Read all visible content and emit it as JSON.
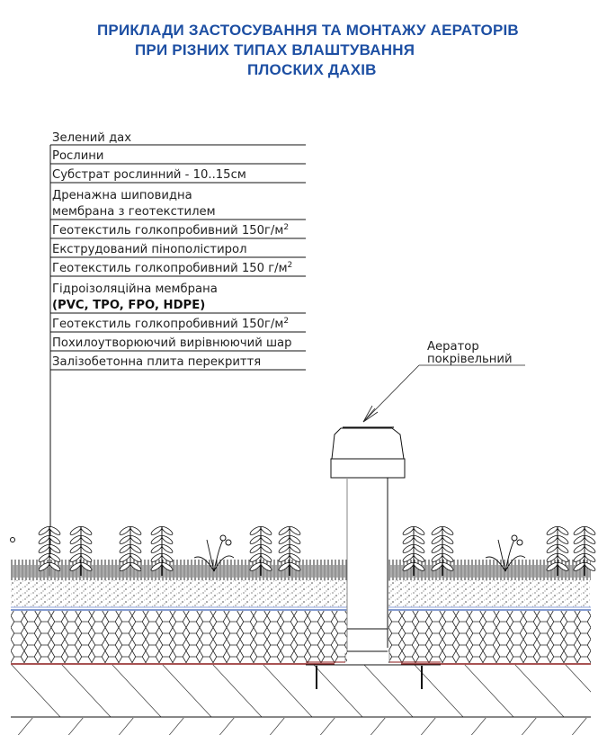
{
  "title": {
    "line1": "ПРИКЛАДИ ЗАСТОСУВАННЯ ТА МОНТАЖУ АЕРАТОРІВ",
    "line2": "ПРИ РІЗНИХ ТИПАХ ВЛАШТУВАННЯ",
    "line3": "ПЛОСКИХ ДАХІВ"
  },
  "colors": {
    "title": "#1d4fa3",
    "geotextile_line": "#3b5fb5",
    "membrane_line": "#8b1a1a"
  },
  "layers": {
    "heading": "Зелений дах",
    "items": [
      {
        "text": "Рослини"
      },
      {
        "text": "Субстрат рослинний - 10..15см"
      },
      {
        "text": "Дренажна шиповидна",
        "text2": "мембрана з геотекстилем"
      },
      {
        "text": "Геотекстиль голкопробивний  150г/м",
        "sup": "2"
      },
      {
        "text": "Екструдований пінополістирол"
      },
      {
        "text": "Геотекстиль голкопробивний  150 г/м",
        "sup": "2"
      },
      {
        "text": "Гідроізоляційна мембрана",
        "text2": "(PVC, TPO, FPO, HDPE)"
      },
      {
        "text": "Геотекстиль голкопробивний 150г/м",
        "sup": "2"
      },
      {
        "text": "Похилоутворюючий вирівнюючий шар"
      },
      {
        "text": "Залізобетонна плита перекриття"
      }
    ]
  },
  "aerator": {
    "line1": "Аератор",
    "line2": "покрівельний"
  }
}
